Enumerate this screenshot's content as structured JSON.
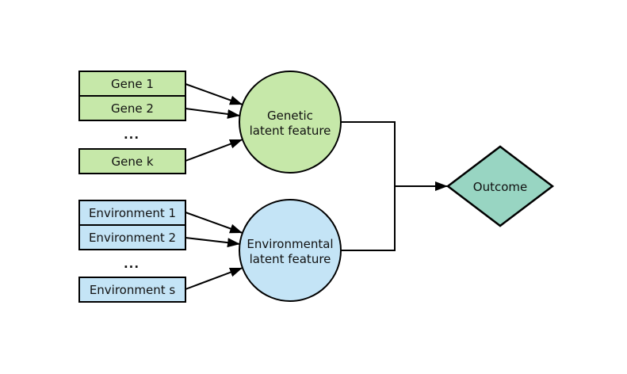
{
  "diagram": {
    "description": "Gene-environment latent feature diagram leading to an outcome",
    "colors": {
      "gene_fill": "#c6e8a9",
      "environment_fill": "#c4e4f6",
      "outcome_fill": "#98d5c2",
      "stroke": "#000000",
      "background": "#ffffff"
    },
    "nodes": {
      "gene_1": "Gene 1",
      "gene_2": "Gene 2",
      "gene_ellipsis": "...",
      "gene_k": "Gene k",
      "env_1": "Environment 1",
      "env_2": "Environment 2",
      "env_ellipsis": "...",
      "env_s": "Environment s",
      "genetic_latent_line1": "Genetic",
      "genetic_latent_line2": "latent feature",
      "env_latent_line1": "Environmental",
      "env_latent_line2": "latent feature",
      "outcome": "Outcome"
    },
    "edges": [
      "Gene 1 -> Genetic latent feature",
      "Gene 2 -> Genetic latent feature",
      "Gene k -> Genetic latent feature",
      "Environment 1 -> Environmental latent feature",
      "Environment 2 -> Environmental latent feature",
      "Environment s -> Environmental latent feature",
      "Genetic latent feature + Environmental latent feature -> Outcome"
    ]
  }
}
